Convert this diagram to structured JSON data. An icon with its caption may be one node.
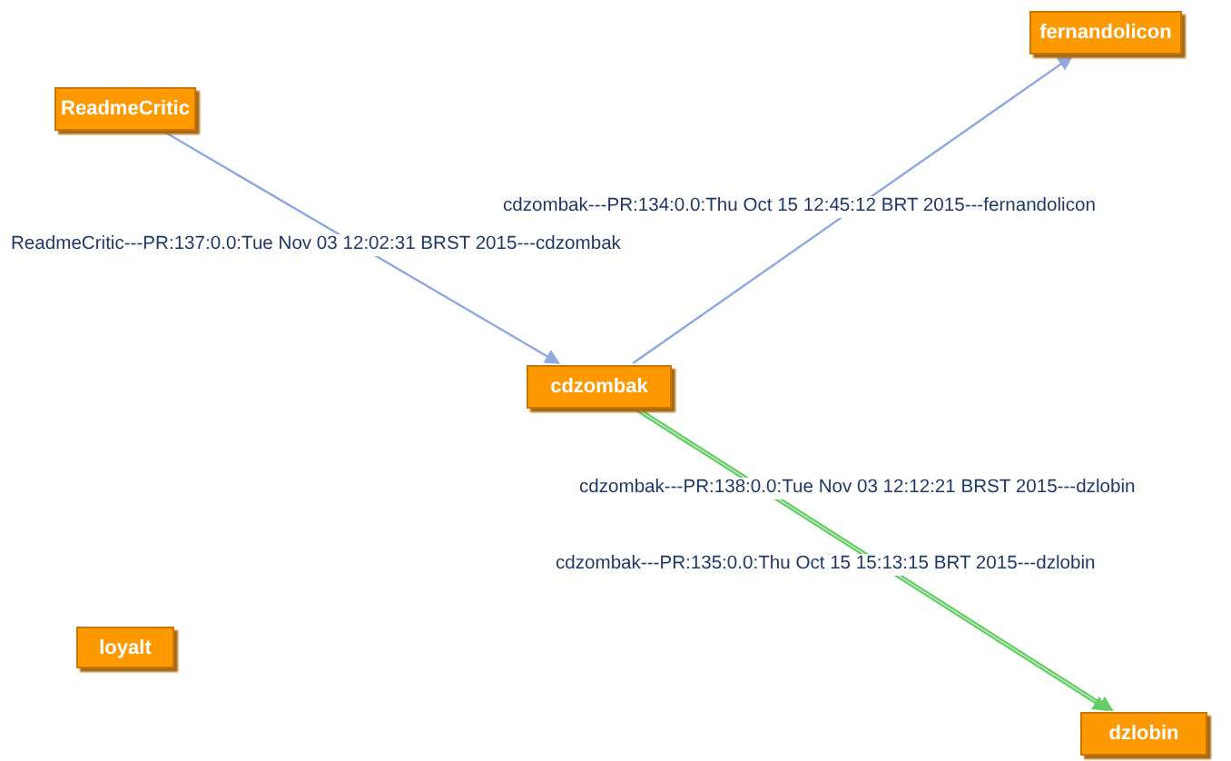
{
  "diagram": {
    "nodes": [
      {
        "text": [
          "fernandolicon"
        ]
      },
      {
        "text": [
          "ReadmeCritic"
        ]
      },
      {
        "text": [
          "cdzombak"
        ]
      },
      {
        "text": [
          "loyalt"
        ]
      },
      {
        "text": [
          "dzlobin"
        ]
      }
    ],
    "edges": [
      {
        "from": 1,
        "to": 2,
        "arrow": "to",
        "label": "ReadmeCritic---PR:137:0.0:Tue Nov 03 12:02:31 BRST 2015---cdzombak"
      },
      {
        "from": 2,
        "to": 0,
        "arrow": "to",
        "label": "cdzombak---PR:134:0.0:Thu Oct 15 12:45:12 BRT 2015---fernandolicon"
      },
      {
        "from": 2,
        "to": 4,
        "arrow": "to",
        "label": "cdzombak---PR:138:0.0:Tue Nov 03 12:12:21 BRST 2015---dzlobin",
        "color": "#66cc66"
      },
      {
        "from": 2,
        "to": 4,
        "arrow": "to",
        "label": "cdzombak---PR:135:0.0:Thu Oct 15 15:13:15 BRT 2015---dzlobin",
        "color": "#66cc66"
      }
    ]
  }
}
